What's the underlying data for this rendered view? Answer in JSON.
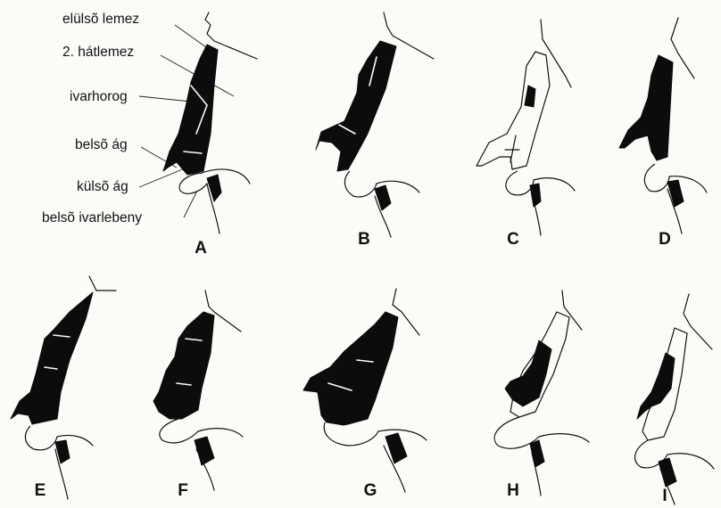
{
  "labels": [
    {
      "id": "elulso-lemez",
      "text": "elülsõ lemez"
    },
    {
      "id": "hatlemez-2",
      "text": "2. hátlemez"
    },
    {
      "id": "ivarhorog",
      "text": "ivarhorog"
    },
    {
      "id": "belso-ag",
      "text": "belsõ ág"
    },
    {
      "id": "kulso-ag",
      "text": "külsõ ág"
    },
    {
      "id": "belso-ivarlebeny",
      "text": "belsõ ivarlebeny"
    }
  ],
  "panels": [
    {
      "id": "A",
      "letter": "A"
    },
    {
      "id": "B",
      "letter": "B"
    },
    {
      "id": "C",
      "letter": "C"
    },
    {
      "id": "D",
      "letter": "D"
    },
    {
      "id": "E",
      "letter": "E"
    },
    {
      "id": "F",
      "letter": "F"
    },
    {
      "id": "G",
      "letter": "G"
    },
    {
      "id": "H",
      "letter": "H"
    },
    {
      "id": "I",
      "letter": "I"
    }
  ],
  "colors": {
    "ink": "#0c0c0c",
    "paper": "#fbfbf8"
  }
}
